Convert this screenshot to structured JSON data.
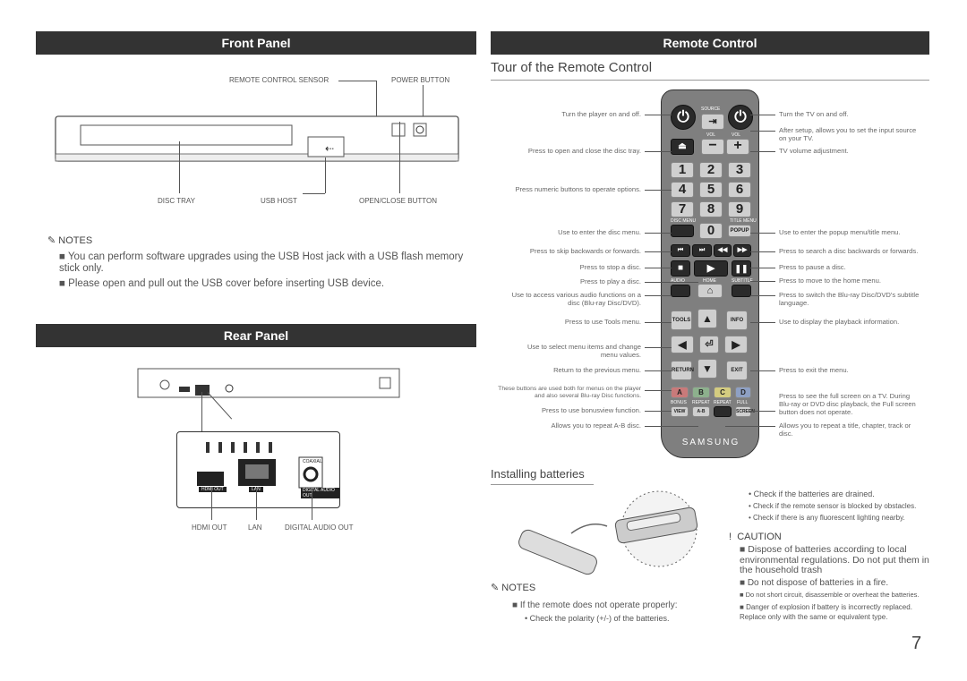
{
  "front_panel": {
    "header": "Front Panel",
    "labels": {
      "remote_sensor": "REMOTE CONTROL SENSOR",
      "power_button": "POWER BUTTON",
      "disc_tray": "DISC TRAY",
      "usb_host": "USB HOST",
      "open_close": "OPEN/CLOSE BUTTON"
    },
    "notes_title": "NOTES",
    "notes": [
      "You can perform software upgrades using the USB Host jack with a USB flash memory stick only.",
      "Please open and pull out the USB cover before inserting USB device."
    ]
  },
  "rear_panel": {
    "header": "Rear Panel",
    "labels": {
      "hdmi_out": "HDMI OUT",
      "lan": "LAN",
      "digital_audio_out": "DIGITAL AUDIO OUT"
    },
    "port_labels": {
      "hdmi": "HDMI OUT",
      "lan": "LAN",
      "coaxial": "COAXIAL",
      "digital": "DIGITAL AUDIO OUT"
    }
  },
  "remote": {
    "header": "Remote Control",
    "title": "Tour of the Remote Control",
    "brand": "SAMSUNG",
    "left_labels": [
      "Turn the player on and off.",
      "Press to open and close the disc tray.",
      "Press numeric buttons to operate options.",
      "Use to enter the disc menu.",
      "Press to skip backwards or forwards.",
      "Press to stop a disc.",
      "Press to play a disc.",
      "Use to access various audio functions on a disc (Blu-ray Disc/DVD).",
      "Press to use Tools menu.",
      "Use to select menu items and change menu values.",
      "Return to the previous menu.",
      "These buttons are used both for menus on the player and also several Blu-ray Disc functions.",
      "Press to use bonusview function.",
      "Allows you to repeat A-B disc."
    ],
    "right_labels": [
      "Turn the TV on and off.",
      "After setup, allows you to set the input source on your TV.",
      "TV volume adjustment.",
      "Use to enter the popup menu/title menu.",
      "Press to search a disc backwards or forwards.",
      "Press to pause a disc.",
      "Press to move to the home menu.",
      "Press to switch the Blu-ray Disc/DVD's subtitle language.",
      "Use to display the playback information.",
      "Press to exit the menu.",
      "Press to see the full screen on a TV. During Blu-ray or DVD disc playback, the Full screen button does not operate.",
      "Allows you to repeat a title, chapter, track or disc."
    ],
    "keys": {
      "source": "SOURCE",
      "vol": "VOL",
      "disc_menu": "DISC MENU",
      "title_menu": "TITLE MENU",
      "popup": "POPUP",
      "tools": "TOOLS",
      "info": "INFO",
      "return": "RETURN",
      "exit": "EXIT",
      "audio": "AUDIO",
      "home": "HOME",
      "subtitle": "SUBTITLE",
      "a": "A",
      "b": "B",
      "c": "C",
      "d": "D",
      "bonus": "BONUS",
      "repeat": "REPEAT",
      "repeat2": "REPEAT",
      "full": "FULL",
      "view": "VIEW",
      "ab": "A-B",
      "screen": "SCREEN",
      "n1": "1",
      "n2": "2",
      "n3": "3",
      "n4": "4",
      "n5": "5",
      "n6": "6",
      "n7": "7",
      "n8": "8",
      "n9": "9",
      "n0": "0"
    }
  },
  "batteries": {
    "title": "Installing batteries",
    "notes_title": "NOTES",
    "note": "If the remote does not operate properly:",
    "checks": [
      "Check the polarity (+/-) of the batteries.",
      "Check if the batteries are drained.",
      "Check if the remote sensor is blocked by obstacles.",
      "Check if there is any fluorescent lighting nearby."
    ],
    "caution_title": "CAUTION",
    "cautions": [
      "Dispose of batteries according to local environmental regulations. Do not put them in the household trash",
      "Do not dispose of batteries in a fire.",
      "Do not short circuit, disassemble or overheat the batteries.",
      "Danger of explosion if battery is incorrectly replaced. Replace only with the same or equivalent type."
    ]
  },
  "page_number": "7"
}
